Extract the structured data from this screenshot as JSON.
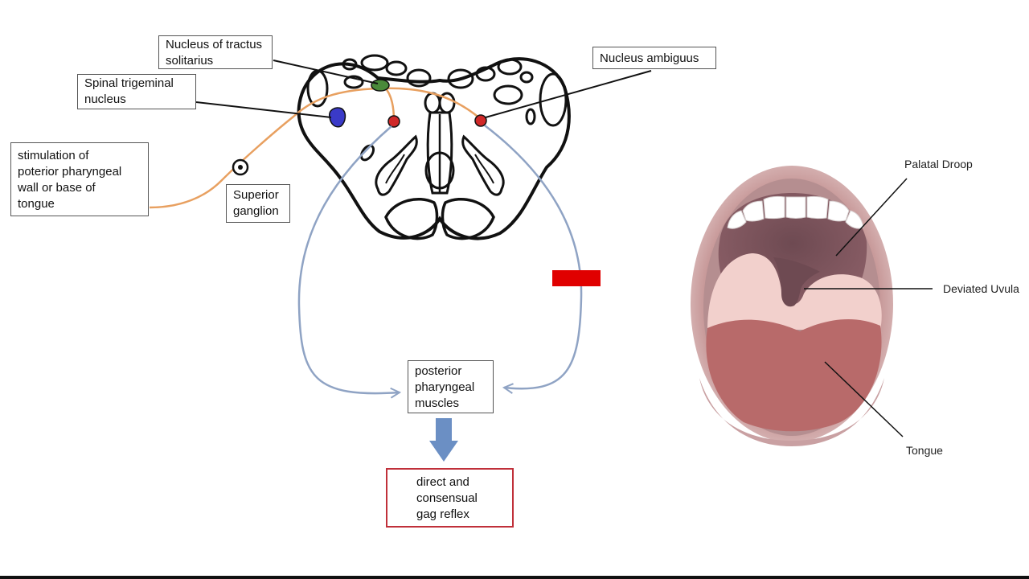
{
  "labels": {
    "nts": "Nucleus of tractus\nsolitarius",
    "ambiguus": "Nucleus ambiguus",
    "trigeminal": "Spinal trigeminal\nnucleus",
    "stimulation": "stimulation of\npoterior pharyngeal\nwall or base of\ntongue",
    "ganglion": "Superior\nganglion",
    "muscles": "posterior\npharyngeal\nmuscles",
    "reflex": "direct and\nconsensual\ngag reflex"
  },
  "mouth_labels": {
    "palatal": "Palatal Droop",
    "uvula": "Deviated Uvula",
    "tongue": "Tongue"
  },
  "colors": {
    "afferent": "#e8a060",
    "efferent": "#8fa3c4",
    "lesion": "#e00000",
    "nts": "#4a8a3a",
    "trigeminal": "#3a3ac8",
    "ambiguus": "#d02828",
    "reflex_border": "#c0303a",
    "down_arrow": "#6b8fc4"
  }
}
